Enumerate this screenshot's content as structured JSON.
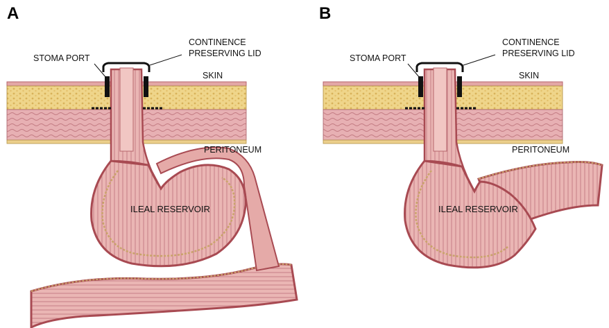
{
  "panels": [
    {
      "letter": "A",
      "labels": {
        "stoma_port": "STOMA PORT",
        "lid_line1": "CONTINENCE",
        "lid_line2": "PRESERVING LID",
        "skin": "SKIN",
        "peritoneum": "PERITONEUM",
        "reservoir": "ILEAL RESERVOIR"
      }
    },
    {
      "letter": "B",
      "labels": {
        "stoma_port": "STOMA PORT",
        "lid_line1": "CONTINENCE",
        "lid_line2": "PRESERVING LID",
        "skin": "SKIN",
        "peritoneum": "PERITONEUM",
        "reservoir": "ILEAL RESERVOIR"
      }
    }
  ],
  "colors": {
    "fat": "#efd58a",
    "fat_dots": "#c9a24a",
    "muscle": "#e7b0b3",
    "muscle_line": "#b56a73",
    "tissue": "#dc8f93",
    "tissue_dark": "#a84a52",
    "mucosa": "#f0c7c4",
    "rim": "#c9a36a",
    "lid": "#111111"
  }
}
